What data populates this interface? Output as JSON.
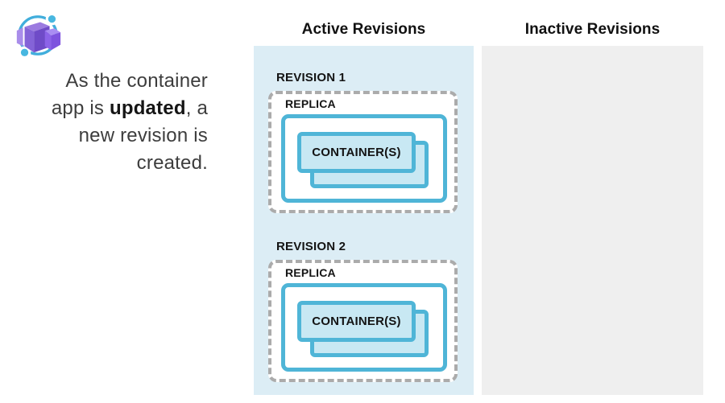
{
  "icon": {
    "name": "azure-container-apps-logo",
    "orbit_color": "#41aedc",
    "purple_main": "#8463d8"
  },
  "intro": {
    "line1": "As the container",
    "line2_pre": "app is ",
    "line2_bold": "updated",
    "line2_post": ", a",
    "line3": "new revision is",
    "line4": "created."
  },
  "columns": {
    "active": {
      "title": "Active Revisions",
      "background": "#dcedf5",
      "revisions": [
        {
          "label": "REVISION 1",
          "replica_label": "REPLICA",
          "containers_label": "CONTAINER(S)"
        },
        {
          "label": "REVISION 2",
          "replica_label": "REPLICA",
          "containers_label": "CONTAINER(S)"
        }
      ]
    },
    "inactive": {
      "title": "Inactive Revisions",
      "background": "#efefef",
      "revisions": []
    }
  },
  "colors": {
    "container_border": "#4fb5d7",
    "container_fill": "#c8e8f3",
    "dashed_boundary": "#ababab",
    "text_dark": "#3d3d3d"
  }
}
